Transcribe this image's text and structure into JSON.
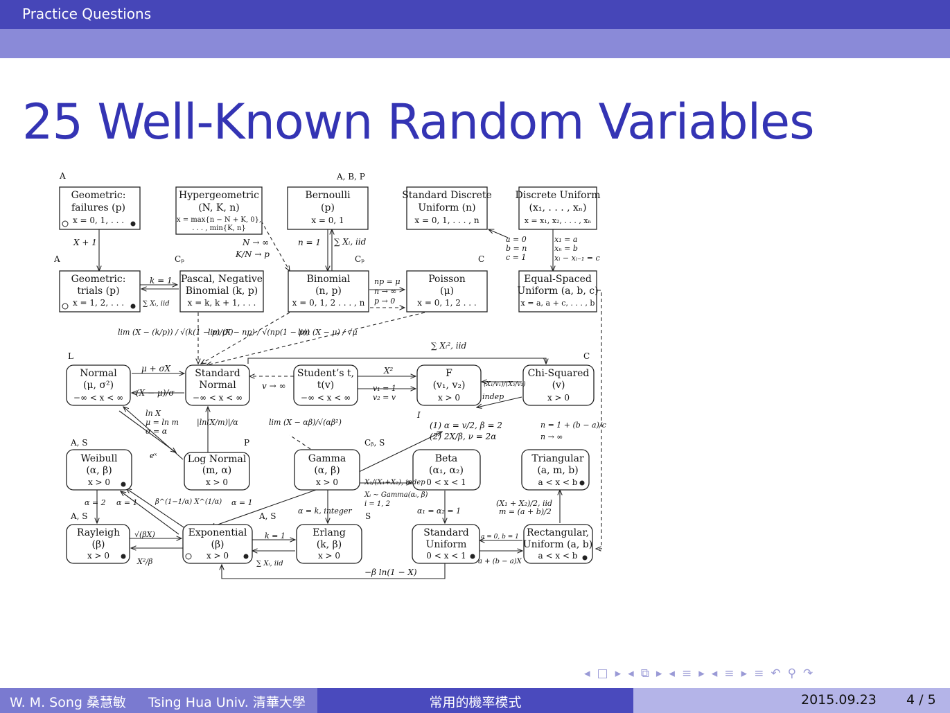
{
  "header": {
    "section": "Practice Questions"
  },
  "title": "25 Well-Known Random Variables",
  "nodes": {
    "geomfail": {
      "l1": "Geometric:",
      "l2": "failures (p)",
      "l3": "x = 0, 1, . . .",
      "tag": "A"
    },
    "hyper": {
      "l1": "Hypergeometric",
      "l2": "(N, K, n)",
      "l3": "x = max{n − N + K, 0},",
      "l4": ". . . , min{K, n}"
    },
    "bern": {
      "l1": "Bernoulli",
      "l2": "(p)",
      "l3": "x = 0, 1",
      "tag": "A, B, P"
    },
    "stddisc": {
      "l1": "Standard Discrete",
      "l2": "Uniform (n)",
      "l3": "x = 0, 1, . . . , n"
    },
    "discunif": {
      "l1": "Discrete Uniform",
      "l2": "(x₁, . . . , xₙ)",
      "l3": "x = x₁, x₂, . . . , xₙ"
    },
    "geomtrial": {
      "l1": "Geometric:",
      "l2": "trials (p)",
      "l3": "x = 1, 2, . . .",
      "tag": "A"
    },
    "pascal": {
      "l1": "Pascal, Negative",
      "l2": "Binomial (k, p)",
      "l3": "x = k, k + 1, . . .",
      "tag": "Cₚ"
    },
    "binom": {
      "l1": "Binomial",
      "l2": "(n, p)",
      "l3": "x = 0, 1, 2 . . . , n",
      "tag": "Cₚ"
    },
    "poisson": {
      "l1": "Poisson",
      "l2": "(μ)",
      "l3": "x = 0, 1, 2 . . .",
      "tag": "C"
    },
    "eqspaced": {
      "l1": "Equal-Spaced",
      "l2": "Uniform (a, b, c)",
      "l3": "x = a, a + c, . . . , b"
    },
    "normal": {
      "l1": "Normal",
      "l2": "(μ, σ²)",
      "l3": "−∞ < x < ∞",
      "tag": "L"
    },
    "stdnormal": {
      "l1": "Standard",
      "l2": "Normal",
      "l3": "−∞ < x < ∞"
    },
    "studt": {
      "l1": "Student’s t,",
      "l2": "t(v)",
      "l3": "−∞ < x < ∞"
    },
    "fdist": {
      "l1": "F",
      "l2": "(v₁, v₂)",
      "l3": "x > 0"
    },
    "chisq": {
      "l1": "Chi-Squared",
      "l2": "(v)",
      "l3": "x > 0",
      "tag": "C"
    },
    "weibull": {
      "l1": "Weibull",
      "l2": "(α, β)",
      "l3": "x > 0",
      "tag": "A, S"
    },
    "lognormal": {
      "l1": "Log Normal",
      "l2": "(m, α)",
      "l3": "x > 0",
      "tag": "P"
    },
    "gamma": {
      "l1": "Gamma",
      "l2": "(α, β)",
      "l3": "x > 0",
      "tag": "Cᵦ, S"
    },
    "beta": {
      "l1": "Beta",
      "l2": "(α₁, α₂)",
      "l3": "0 < x < 1"
    },
    "triangular": {
      "l1": "Triangular",
      "l2": "(a, m, b)",
      "l3": "a < x < b"
    },
    "rayleigh": {
      "l1": "Rayleigh",
      "l2": "(β)",
      "l3": "x > 0",
      "tag": "A, S"
    },
    "expo": {
      "l1": "Exponential",
      "l2": "(β)",
      "l3": "x > 0",
      "tag": "A, S"
    },
    "erlang": {
      "l1": "Erlang",
      "l2": "(k, β)",
      "l3": "x > 0",
      "tag": "S"
    },
    "stdunif": {
      "l1": "Standard",
      "l2": "Uniform",
      "l3": "0 < x < 1"
    },
    "rect": {
      "l1": "Rectangular,",
      "l2": "Uniform (a, b)",
      "l3": "a < x < b"
    }
  },
  "edges": {
    "x_plus_1": "X + 1",
    "k_eq_1_top": "k = 1",
    "sum_xi_iid_a": "∑ Xᵢ, iid",
    "n_eq_1": "n = 1",
    "sum_xi_iid_b": "∑ Xᵢ, iid",
    "n_inf": "N → ∞",
    "k_over_n": "K/N → p",
    "np_mu": "np = μ",
    "n_to_inf": "n → ∞",
    "p_to_0": "p → 0",
    "abc": "a = 0",
    "abc2": "b = n",
    "abc3": "c = 1",
    "x1a": "x₁ = a",
    "xnb": "xₙ = b",
    "xic": "xᵢ − xᵢ₋₁ = c",
    "lim1": "lim (X − (k/p)) / √(k(1 − p)/p²)",
    "lim2": "lim (X − np) / √(np(1 − p))",
    "lim3": "lim (X − μ) / √μ",
    "sum_chi": "∑ Xᵢ², iid",
    "mu_sigma_x": "μ + σX",
    "x_mu_sigma": "(X − μ)/σ",
    "v_inf": "v → ∞",
    "x_sq": "X²",
    "v1_1": "v₁ = 1",
    "v2_v": "v₂ = v",
    "ratio": "(X₁/v₁)/(X₂/v₂)",
    "indep": "indep",
    "i_label": "I",
    "lnx": "ln X",
    "mu_lnm": "μ = ln m",
    "sigma_alpha": "σ = α",
    "e_x": "eˣ",
    "ln_x_m": "|ln(X/m)|/α",
    "lim_gamma": "lim (X − αβ)/√(αβ²)",
    "alpha_v2": "(1) α = v/2, β = 2",
    "two_x_beta": "(2) 2X/β, ν = 2α",
    "n_1_ba": "n = 1 + (b − a)/c",
    "n_inf2": "n → ∞",
    "alpha_2": "α = 2",
    "alpha_1a": "α = 1",
    "beta_pow": "β^(1−1/α) X^(1/α)",
    "alpha_1b": "α = 1",
    "alpha_k": "α = k, integer",
    "beta_ratio": "X₁/(X₁+X₂), indep",
    "xi_gamma": "Xᵢ ∼ Gamma(αᵢ, β)",
    "i_12": "i = 1, 2",
    "a1_a2": "α₁ = α₂ = 1",
    "x1x2": "(X₁ + X₂)/2, iid",
    "m_ab": "m = (a + b)/2",
    "sqrt_bx": "√(βX)",
    "x2_beta": "X²/β",
    "k_eq_1_bot": "k = 1",
    "sum_xi_iid_c": "∑ Xᵢ, iid",
    "a0b1": "a = 0, b = 1",
    "a_ba": "a + (b − a)X",
    "neg_beta_ln": "−β ln(1 − X)"
  },
  "nav": [
    "◂",
    "□",
    "▸",
    "◂",
    "⧉",
    "▸",
    "◂",
    "≡",
    "▸",
    "◂",
    "≡",
    "▸",
    "≡",
    "↶",
    "⚲",
    "↷"
  ],
  "footer": {
    "author": "W. M. Song 桑慧敏",
    "institute": "Tsing Hua Univ. 清華大學",
    "topic": "常用的機率模式",
    "date": "2015.09.23",
    "page": "4 / 5"
  }
}
